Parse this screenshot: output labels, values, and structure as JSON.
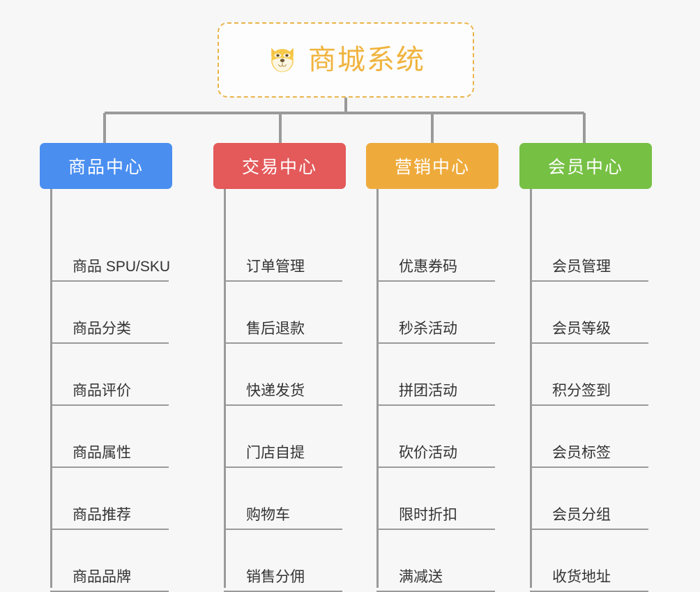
{
  "root": {
    "icon": "shiba-dog-icon",
    "title": "商城系统",
    "title_color": "#f0b33d",
    "border_color": "#eab44a"
  },
  "branches": [
    {
      "id": "product-center",
      "label": "商品中心",
      "color": "#4a8ef0",
      "items": [
        {
          "label": "商品 SPU/SKU"
        },
        {
          "label": "商品分类"
        },
        {
          "label": "商品评价"
        },
        {
          "label": "商品属性"
        },
        {
          "label": "商品推荐"
        },
        {
          "label": "商品品牌"
        }
      ]
    },
    {
      "id": "trade-center",
      "label": "交易中心",
      "color": "#e4595a",
      "items": [
        {
          "label": "订单管理"
        },
        {
          "label": "售后退款"
        },
        {
          "label": "快递发货"
        },
        {
          "label": "门店自提"
        },
        {
          "label": "购物车"
        },
        {
          "label": "销售分佣"
        }
      ]
    },
    {
      "id": "marketing-center",
      "label": "营销中心",
      "color": "#eeab3c",
      "items": [
        {
          "label": "优惠券码"
        },
        {
          "label": "秒杀活动"
        },
        {
          "label": "拼团活动"
        },
        {
          "label": "砍价活动"
        },
        {
          "label": "限时折扣"
        },
        {
          "label": "满减送"
        }
      ]
    },
    {
      "id": "member-center",
      "label": "会员中心",
      "color": "#76c044",
      "items": [
        {
          "label": "会员管理"
        },
        {
          "label": "会员等级"
        },
        {
          "label": "积分签到"
        },
        {
          "label": "会员标签"
        },
        {
          "label": "会员分组"
        },
        {
          "label": "收货地址"
        }
      ]
    }
  ],
  "style": {
    "background": "#f7f7f7",
    "connector_color": "#9a9a9a",
    "item_text_color": "#333333",
    "item_line_color": "#9a9a9a"
  }
}
